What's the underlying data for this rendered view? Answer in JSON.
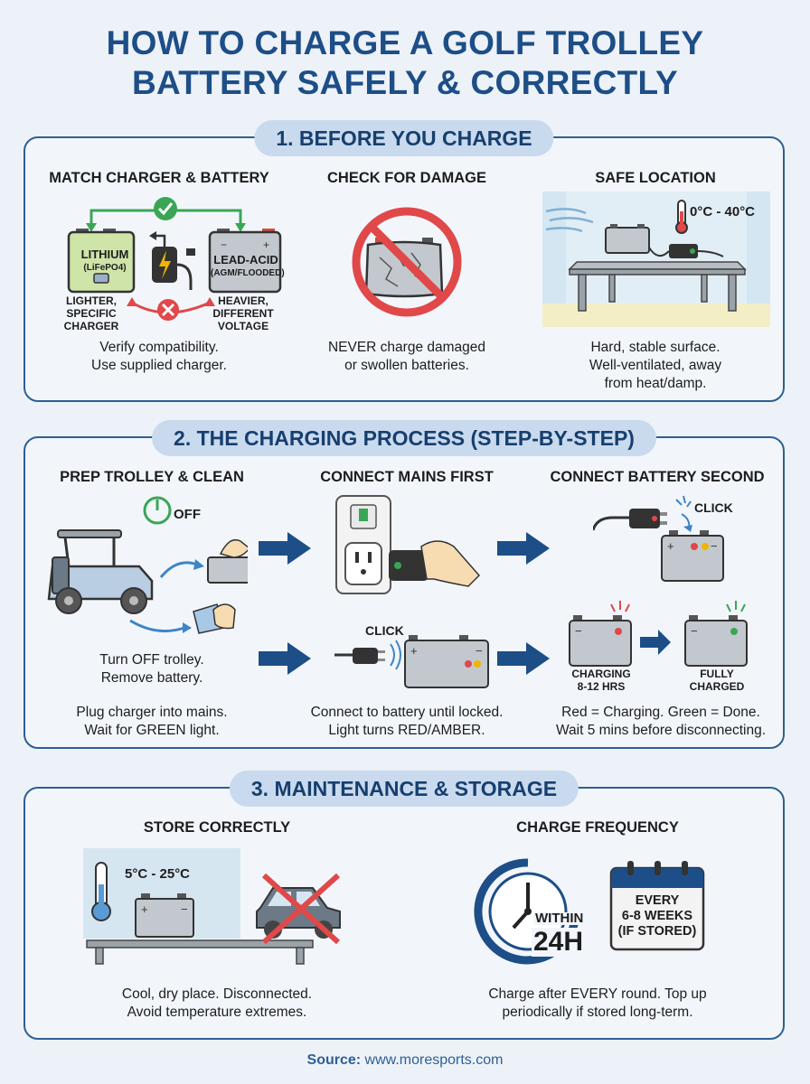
{
  "title": {
    "line1": "HOW TO CHARGE A GOLF TROLLEY",
    "line2": "BATTERY SAFELY & CORRECTLY"
  },
  "section1": {
    "header": "1. BEFORE YOU CHARGE",
    "col1": {
      "heading": "MATCH CHARGER & BATTERY",
      "lithium_label": "LITHIUM",
      "lithium_sub": "(LiFePO4)",
      "lead_label": "LEAD-ACID",
      "lead_sub": "(AGM/FLOODED)",
      "lithium_note_1": "LIGHTER,",
      "lithium_note_2": "SPECIFIC",
      "lithium_note_3": "CHARGER",
      "lead_note_1": "HEAVIER,",
      "lead_note_2": "DIFFERENT",
      "lead_note_3": "VOLTAGE",
      "caption_1": "Verify compatibility.",
      "caption_2": "Use supplied charger."
    },
    "col2": {
      "heading": "CHECK FOR DAMAGE",
      "caption_1": "NEVER charge damaged",
      "caption_2": "or swollen batteries."
    },
    "col3": {
      "heading": "SAFE LOCATION",
      "temp_range": "0°C - 40°C",
      "caption_1": "Hard, stable surface.",
      "caption_2": "Well-ventilated, away",
      "caption_3": "from heat/damp."
    }
  },
  "section2": {
    "header": "2. THE CHARGING PROCESS (STEP-BY-STEP)",
    "step1": {
      "heading": "PREP TROLLEY & CLEAN",
      "off_label": "OFF",
      "caption_1": "Turn OFF trolley.",
      "caption_2": "Remove battery."
    },
    "step2": {
      "heading": "CONNECT MAINS FIRST"
    },
    "step3": {
      "heading": "CONNECT BATTERY SECOND",
      "click_label": "CLICK"
    },
    "row2": {
      "click_label": "CLICK",
      "charging_label_1": "CHARGING",
      "charging_label_2": "8-12 HRS",
      "charged_label_1": "FULLY",
      "charged_label_2": "CHARGED"
    },
    "captions": {
      "left_1": "Plug charger into mains.",
      "left_2": "Wait for GREEN light.",
      "mid_1": "Connect to battery until locked.",
      "mid_2": "Light turns RED/AMBER.",
      "right_1": "Red = Charging. Green = Done.",
      "right_2": "Wait 5 mins before disconnecting."
    }
  },
  "section3": {
    "header": "3. MAINTENANCE & STORAGE",
    "col1": {
      "heading": "STORE CORRECTLY",
      "temp_range": "5°C - 25°C",
      "caption_1": "Cool, dry place. Disconnected.",
      "caption_2": "Avoid temperature extremes."
    },
    "col2": {
      "heading": "CHARGE FREQUENCY",
      "within_label": "WITHIN",
      "hours_label": "24H",
      "calendar_1": "EVERY",
      "calendar_2": "6-8 WEEKS",
      "calendar_3": "(IF STORED)",
      "caption_1": "Charge after EVERY round. Top up",
      "caption_2": "periodically if stored long-term."
    }
  },
  "source": {
    "label": "Source:",
    "url": "www.moresports.com"
  },
  "colors": {
    "title_blue": "#1d4e87",
    "section_border": "#2d5f94",
    "pill_bg": "#c9daee",
    "arrow_blue": "#1d4e87",
    "red": "#e0484a",
    "green": "#3aa655",
    "amber": "#f0b400"
  }
}
